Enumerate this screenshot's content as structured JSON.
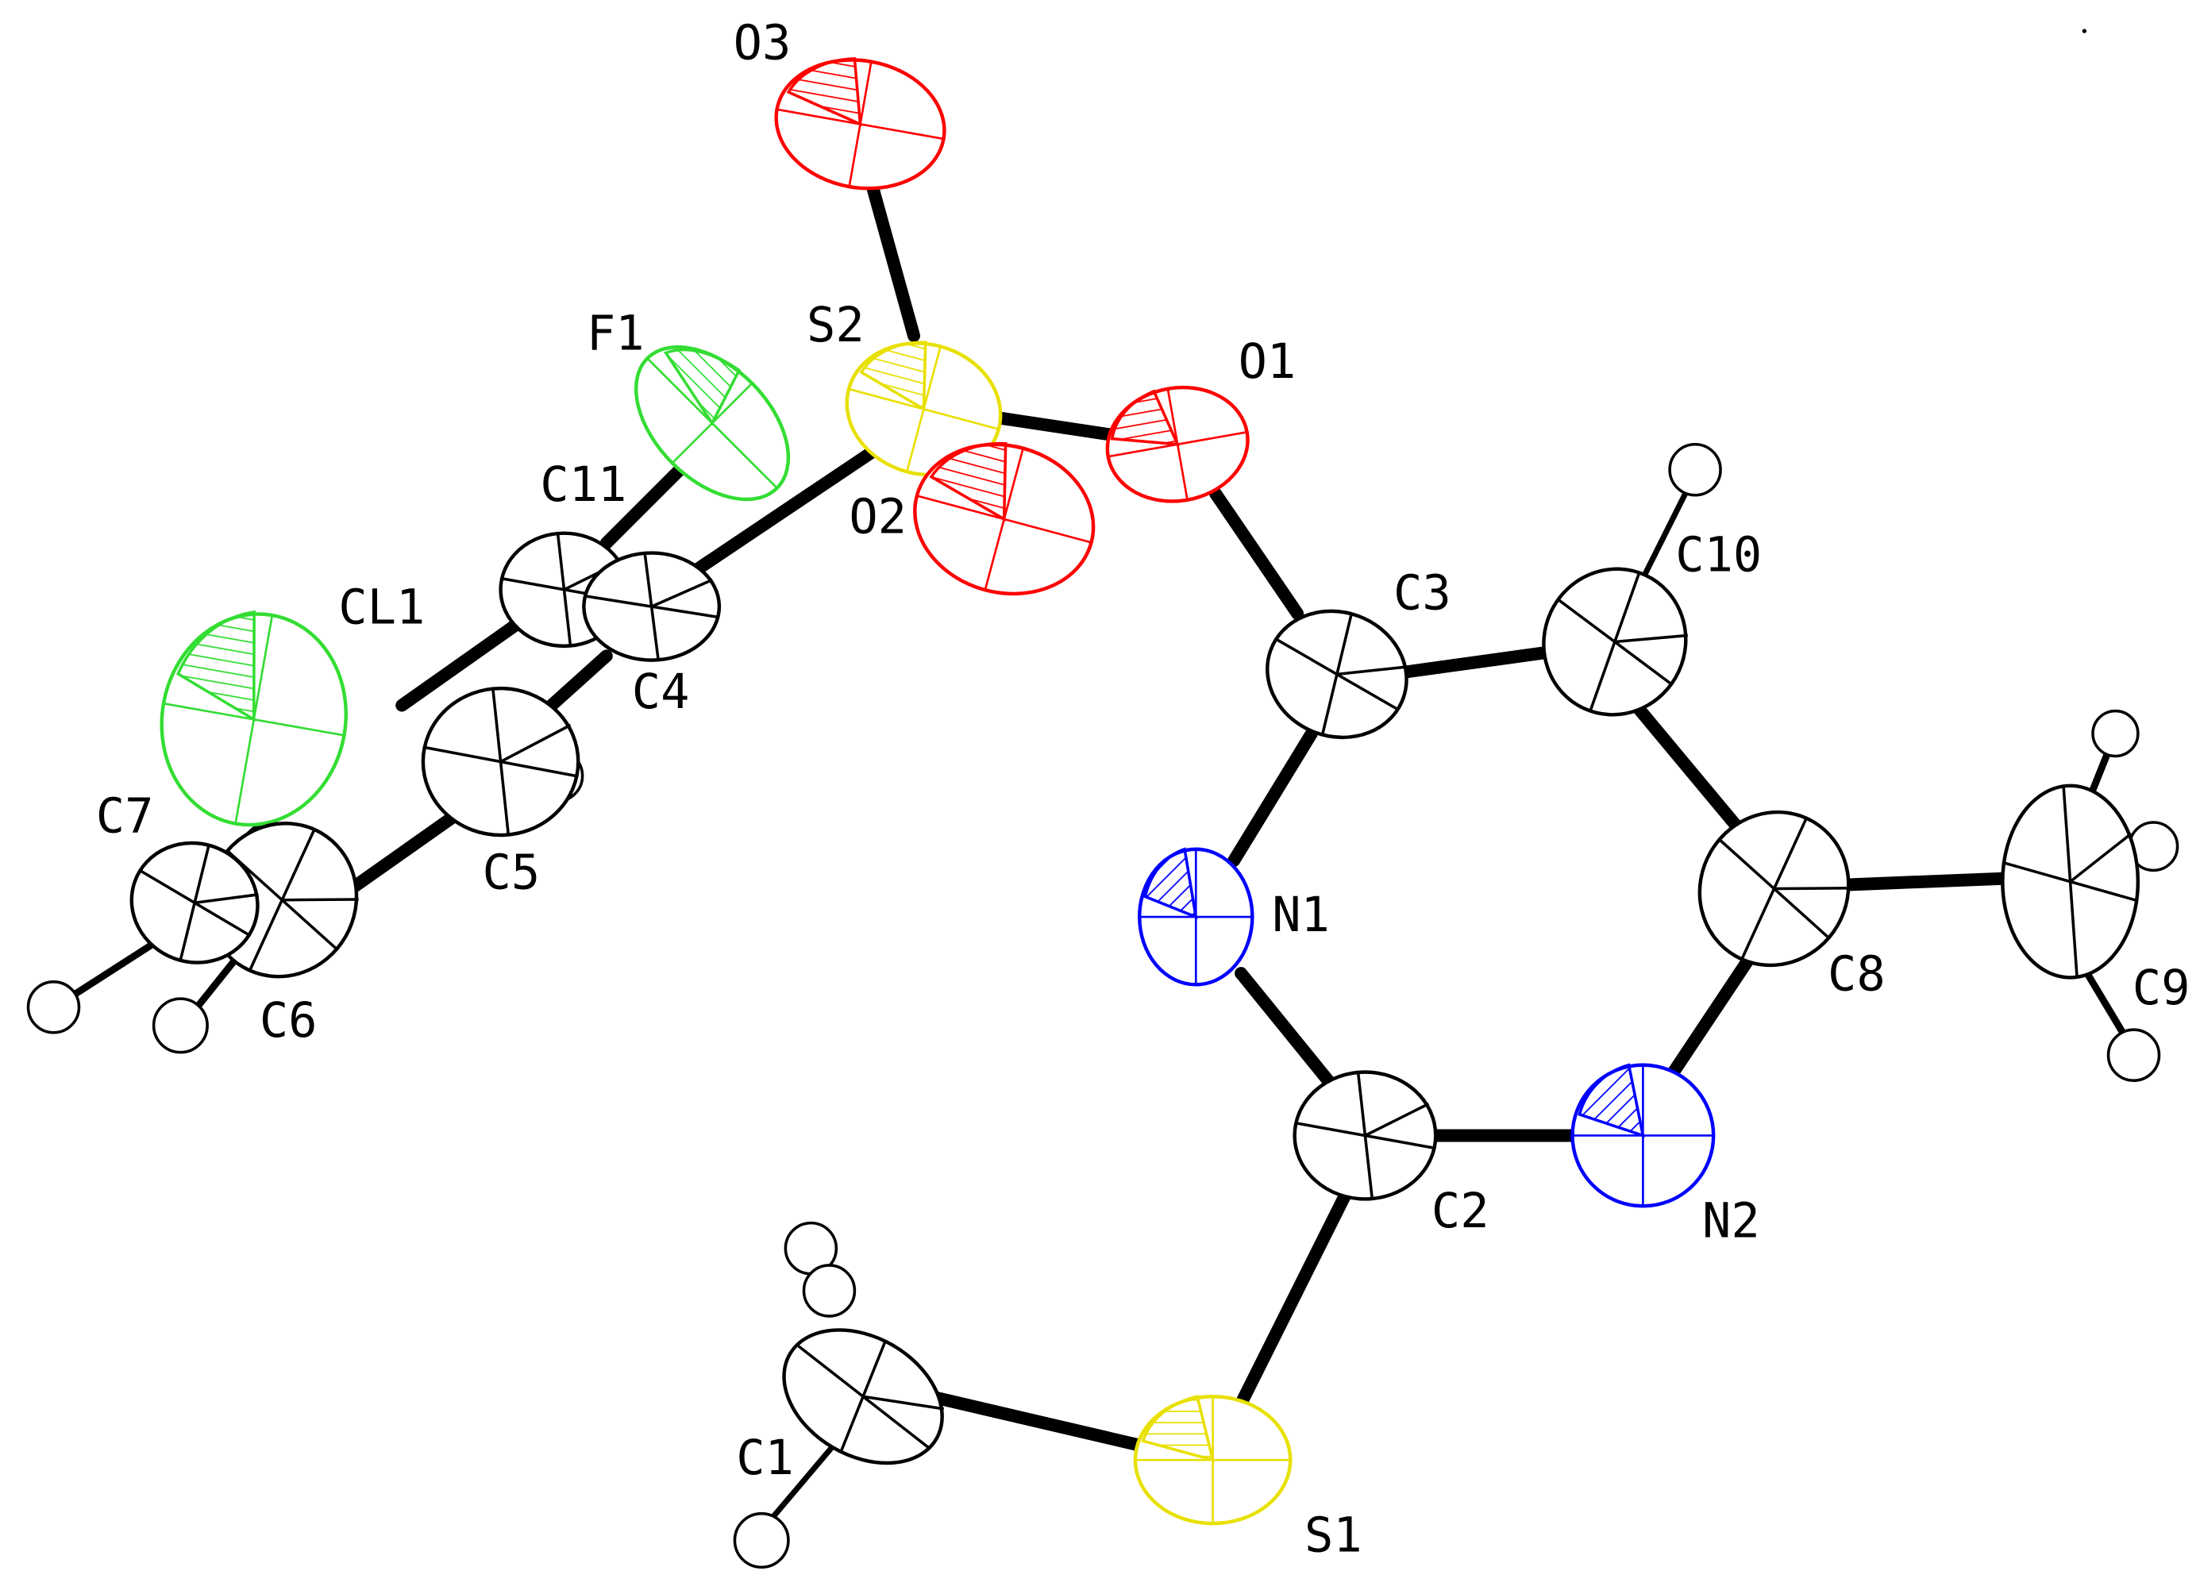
{
  "colors": {
    "bond": "#000000",
    "carbon": "#000000",
    "hydrogen": "#000000",
    "oxygen": "#ff0000",
    "nitrogen": "#0000ff",
    "sulfur": "#e8e000",
    "fluorine": "#33dd33",
    "chlorine": "#33dd33"
  },
  "atoms": [
    {
      "id": "O3",
      "label": "O3",
      "element": "oxygen",
      "icon": "ellipsoid-hatched"
    },
    {
      "id": "S2",
      "label": "S2",
      "element": "sulfur",
      "icon": "ellipsoid-hatched"
    },
    {
      "id": "O1",
      "label": "O1",
      "element": "oxygen",
      "icon": "ellipsoid-hatched"
    },
    {
      "id": "O2",
      "label": "O2",
      "element": "oxygen",
      "icon": "ellipsoid-hatched"
    },
    {
      "id": "F1",
      "label": "F1",
      "element": "fluorine",
      "icon": "ellipsoid-hatched"
    },
    {
      "id": "C11",
      "label": "C11",
      "element": "carbon",
      "icon": "ellipsoid-octant"
    },
    {
      "id": "C4",
      "label": "C4",
      "element": "carbon",
      "icon": "ellipsoid-octant"
    },
    {
      "id": "CL1",
      "label": "CL1",
      "element": "chlorine",
      "icon": "ellipsoid-hatched"
    },
    {
      "id": "C5",
      "label": "C5",
      "element": "carbon",
      "icon": "ellipsoid-octant"
    },
    {
      "id": "C6",
      "label": "C6",
      "element": "carbon",
      "icon": "ellipsoid-octant"
    },
    {
      "id": "C7",
      "label": "C7",
      "element": "carbon",
      "icon": "ellipsoid-octant"
    },
    {
      "id": "C3",
      "label": "C3",
      "element": "carbon",
      "icon": "ellipsoid-octant"
    },
    {
      "id": "C10",
      "label": "C10",
      "element": "carbon",
      "icon": "ellipsoid-octant"
    },
    {
      "id": "N1",
      "label": "N1",
      "element": "nitrogen",
      "icon": "ellipsoid-hatched"
    },
    {
      "id": "C8",
      "label": "C8",
      "element": "carbon",
      "icon": "ellipsoid-octant"
    },
    {
      "id": "C9",
      "label": "C9",
      "element": "carbon",
      "icon": "ellipsoid-octant"
    },
    {
      "id": "C2",
      "label": "C2",
      "element": "carbon",
      "icon": "ellipsoid-octant"
    },
    {
      "id": "N2",
      "label": "N2",
      "element": "nitrogen",
      "icon": "ellipsoid-hatched"
    },
    {
      "id": "C1",
      "label": "C1",
      "element": "carbon",
      "icon": "ellipsoid-octant"
    },
    {
      "id": "S1",
      "label": "S1",
      "element": "sulfur",
      "icon": "ellipsoid-hatched"
    }
  ],
  "bonds": [
    [
      "O3",
      "S2"
    ],
    [
      "S2",
      "O1"
    ],
    [
      "S2",
      "O2"
    ],
    [
      "S2",
      "C4"
    ],
    [
      "O1",
      "C3"
    ],
    [
      "C3",
      "C10"
    ],
    [
      "C3",
      "N1"
    ],
    [
      "C10",
      "C8"
    ],
    [
      "C8",
      "C9"
    ],
    [
      "C8",
      "N2"
    ],
    [
      "N2",
      "C2"
    ],
    [
      "N1",
      "C2"
    ],
    [
      "C2",
      "S1"
    ],
    [
      "S1",
      "C1"
    ],
    [
      "F1",
      "C11"
    ],
    [
      "C11",
      "C4"
    ],
    [
      "C11",
      "CL1"
    ],
    [
      "C4",
      "C5"
    ],
    [
      "C5",
      "C6"
    ],
    [
      "CL1",
      "C7"
    ],
    [
      "C7",
      "C6"
    ]
  ]
}
